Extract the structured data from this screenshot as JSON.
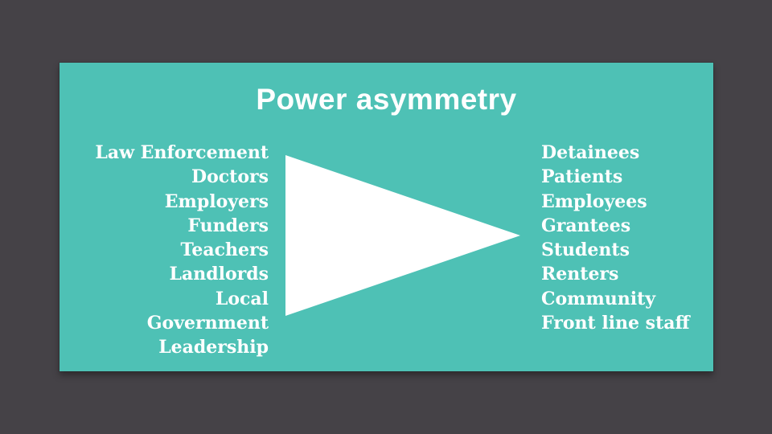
{
  "slide": {
    "title": "Power asymmetry",
    "left_column": {
      "items": [
        "Law Enforcement",
        "Doctors",
        "Employers",
        "Funders",
        "Teachers",
        "Landlords",
        "Local Government",
        "Leadership"
      ]
    },
    "right_column": {
      "items": [
        "Detainees",
        "Patients",
        "Employees",
        "Grantees",
        "Students",
        "Renters",
        "Community",
        "Front line staff"
      ]
    },
    "arrow_icon": "right-pointing-triangle"
  },
  "colors": {
    "page_bg": "#454247",
    "slide_bg": "#4ec1b5",
    "text_color": "#ffffff",
    "arrow_color": "#ffffff"
  }
}
